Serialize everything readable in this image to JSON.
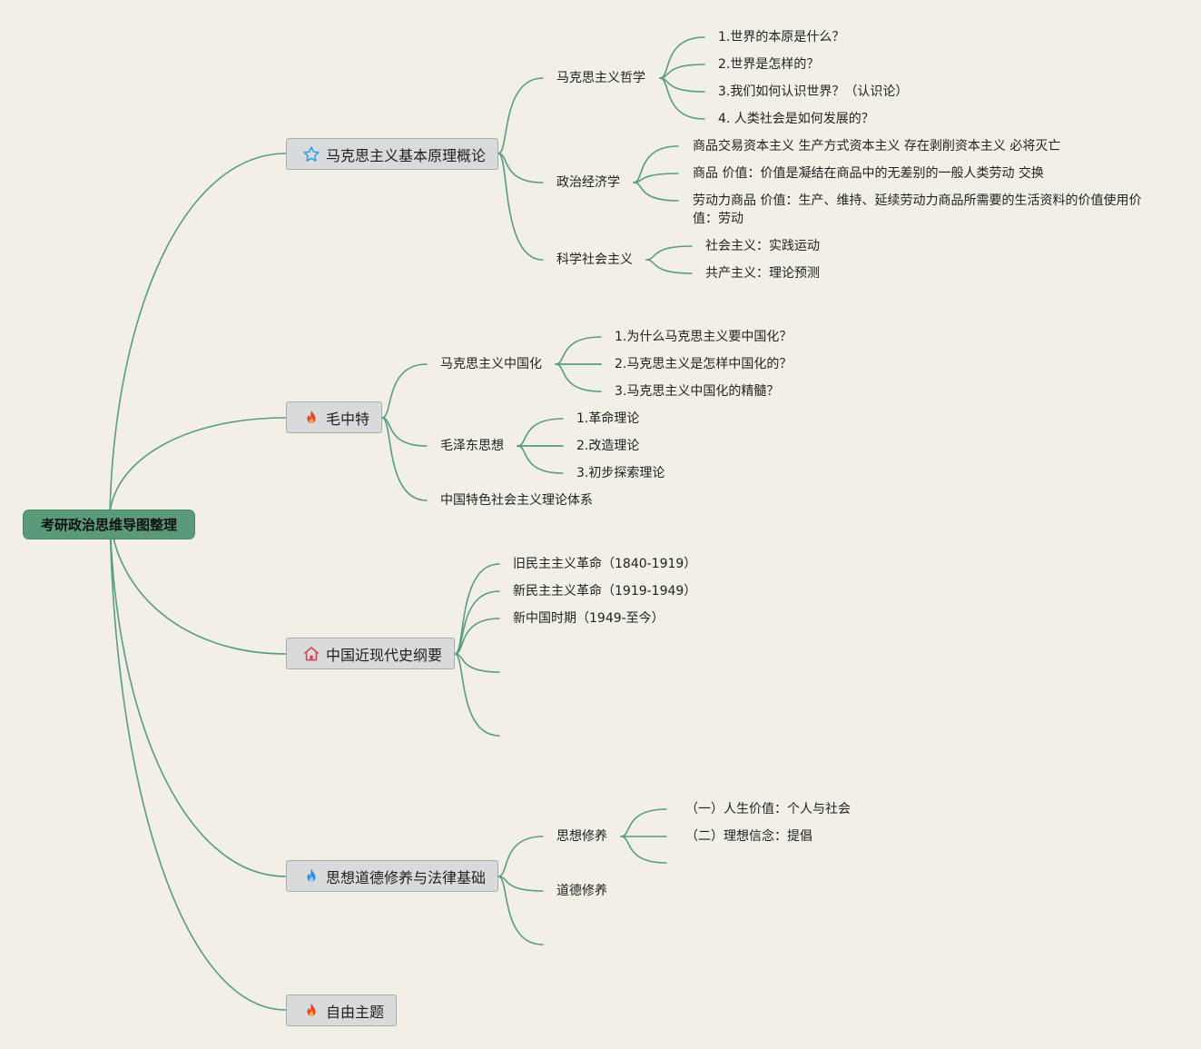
{
  "root": {
    "title": "考研政治思维导图整理"
  },
  "topics": {
    "t1": {
      "label": "马克思主义基本原理概论",
      "icon": "star-icon",
      "children": {
        "philosophy": {
          "label": "马克思主义哲学",
          "items": [
            "1.世界的本原是什么？",
            "2.世界是怎样的？",
            "3.我们如何认识世界？（认识论）",
            "4. 人类社会是如何发展的？"
          ]
        },
        "economics": {
          "label": "政治经济学",
          "items": [
            "商品交易资本主义 生产方式资本主义 存在剥削资本主义 必将灭亡",
            "商品 价值：价值是凝结在商品中的无差别的一般人类劳动 交换",
            "劳动力商品 价值：生产、维持、延续劳动力商品所需要的生活资料的价值使用价值：劳动"
          ]
        },
        "socialism": {
          "label": "科学社会主义",
          "items": [
            "社会主义：实践运动",
            "共产主义：理论预测"
          ]
        }
      }
    },
    "t2": {
      "label": "毛中特",
      "icon": "fire-icon",
      "children": {
        "sinicization": {
          "label": "马克思主义中国化",
          "items": [
            "1.为什么马克思主义要中国化？",
            "2.马克思主义是怎样中国化的？",
            "3.马克思主义中国化的精髓？"
          ]
        },
        "mao": {
          "label": "毛泽东思想",
          "items": [
            "1.革命理论",
            "2.改造理论",
            "3.初步探索理论"
          ]
        },
        "theory": {
          "label": "中国特色社会主义理论体系"
        }
      }
    },
    "t3": {
      "label": "中国近现代史纲要",
      "icon": "home-icon",
      "items": [
        "旧民主主义革命（1840-1919）",
        "新民主主义革命（1919-1949）",
        "新中国时期（1949-至今）"
      ]
    },
    "t4": {
      "label": "思想道德修养与法律基础",
      "icon": "fire-icon",
      "children": {
        "thought": {
          "label": "思想修养",
          "items": [
            "（一）人生价值：个人与社会",
            "（二）理想信念：提倡"
          ]
        },
        "moral": {
          "label": "道德修养"
        }
      }
    },
    "t5": {
      "label": "自由主题",
      "icon": "fire-icon"
    }
  },
  "colors": {
    "background": "#f1efe6",
    "root_fill": "#5b9a78",
    "topic_fill": "#d9dadc",
    "connector": "#5a9a86",
    "fire_red": "#e8442a",
    "fire_blue": "#2e8ee8",
    "star_blue": "#2f9ee0",
    "home_red": "#d24a55"
  }
}
